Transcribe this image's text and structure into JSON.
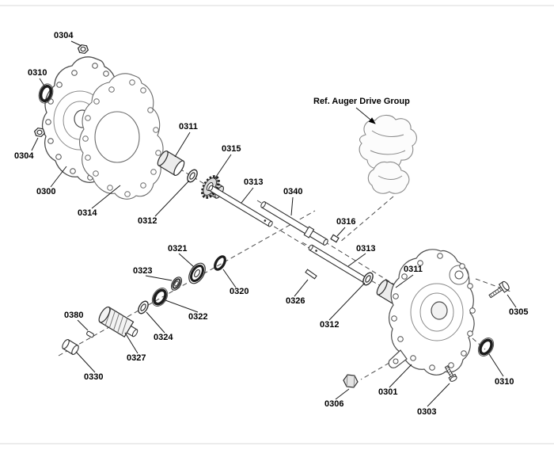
{
  "page": {
    "background": "#ffffff",
    "ink": "#1a1a1a",
    "soft_ink": "#8a8a8a"
  },
  "ref_note": {
    "text": "Ref. Auger Drive Group"
  },
  "labels": [
    {
      "text": "0304"
    },
    {
      "text": "0310"
    },
    {
      "text": "0304"
    },
    {
      "text": "0300"
    },
    {
      "text": "0314"
    },
    {
      "text": "0311"
    },
    {
      "text": "0315"
    },
    {
      "text": "0312"
    },
    {
      "text": "0313"
    },
    {
      "text": "0340"
    },
    {
      "text": "0316"
    },
    {
      "text": "0313"
    },
    {
      "text": "0311"
    },
    {
      "text": "0321"
    },
    {
      "text": "0320"
    },
    {
      "text": "0323"
    },
    {
      "text": "0322"
    },
    {
      "text": "0324"
    },
    {
      "text": "0326"
    },
    {
      "text": "0380"
    },
    {
      "text": "0327"
    },
    {
      "text": "0330"
    },
    {
      "text": "0312"
    },
    {
      "text": "0301"
    },
    {
      "text": "0305"
    },
    {
      "text": "0310"
    },
    {
      "text": "0306"
    },
    {
      "text": "0303"
    }
  ]
}
